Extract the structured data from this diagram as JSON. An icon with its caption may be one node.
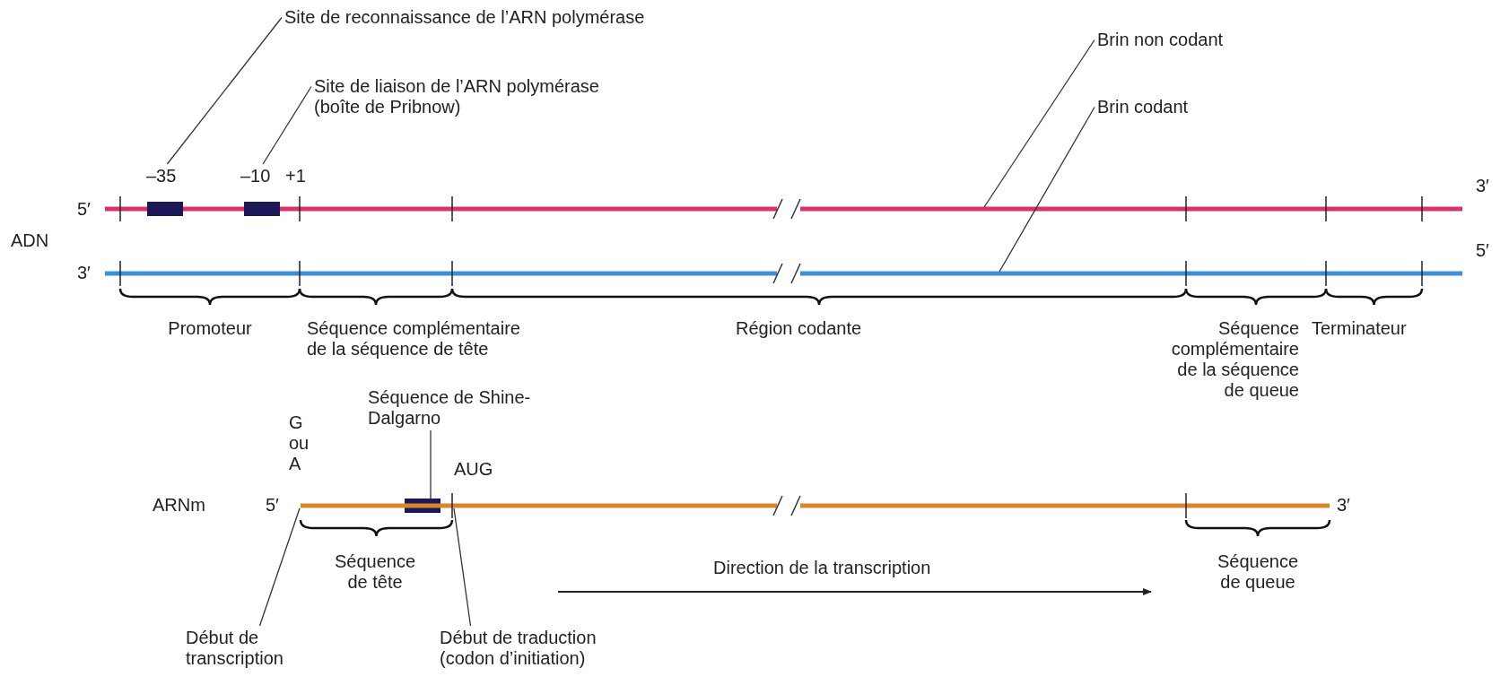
{
  "diagram": {
    "nodes": [
      {
        "text": [
          "Site de reconnaissance de l’ARN polymérase"
        ]
      },
      {
        "text": [
          "Site de liaison de l’ARN polymérase (boîte de Pribnow)"
        ]
      },
      {
        "text": [
          "Brin non codant"
        ]
      },
      {
        "text": [
          "Brin codant"
        ]
      },
      {
        "text": [
          "–35"
        ]
      },
      {
        "text": [
          "–10"
        ]
      },
      {
        "text": [],
        "shape": "bar"
      },
      {
        "text": [],
        "shape": "bar"
      },
      {
        "text": [
          "Séquence de Shine-Dalgarno"
        ]
      },
      {
        "text": [],
        "shape": "box"
      },
      {
        "text": [],
        "shape": "bar"
      },
      {
        "text": [
          "Début de transcription"
        ]
      },
      {
        "text": [
          "Début de traduction (codon d’initiation)"
        ]
      }
    ],
    "edges": [
      {
        "from": 0,
        "to": 4,
        "arrow": "none"
      },
      {
        "from": 1,
        "to": 5,
        "arrow": "none"
      },
      {
        "from": 2,
        "to": 6,
        "arrow": "none"
      },
      {
        "from": 3,
        "to": 7,
        "arrow": "none"
      },
      {
        "from": 8,
        "to": 9,
        "arrow": "none"
      },
      {
        "from": 11,
        "to": 10,
        "arrow": "none"
      },
      {
        "from": 12,
        "to": 10,
        "arrow": "none"
      }
    ],
    "labels": [
      "+1",
      "3′",
      "5′",
      "ADN",
      "5′",
      "3′",
      "Promoteur",
      "Séquence complémentaire de la séquence de tête",
      "Région codante",
      "Séquence complémentaire de la séquence de queue",
      "Terminateur",
      "G ou A",
      "AUG",
      "ARNm",
      "5′",
      "3′",
      "Séquence de tête",
      "Direction de la transcription",
      "Séquence de queue"
    ]
  }
}
